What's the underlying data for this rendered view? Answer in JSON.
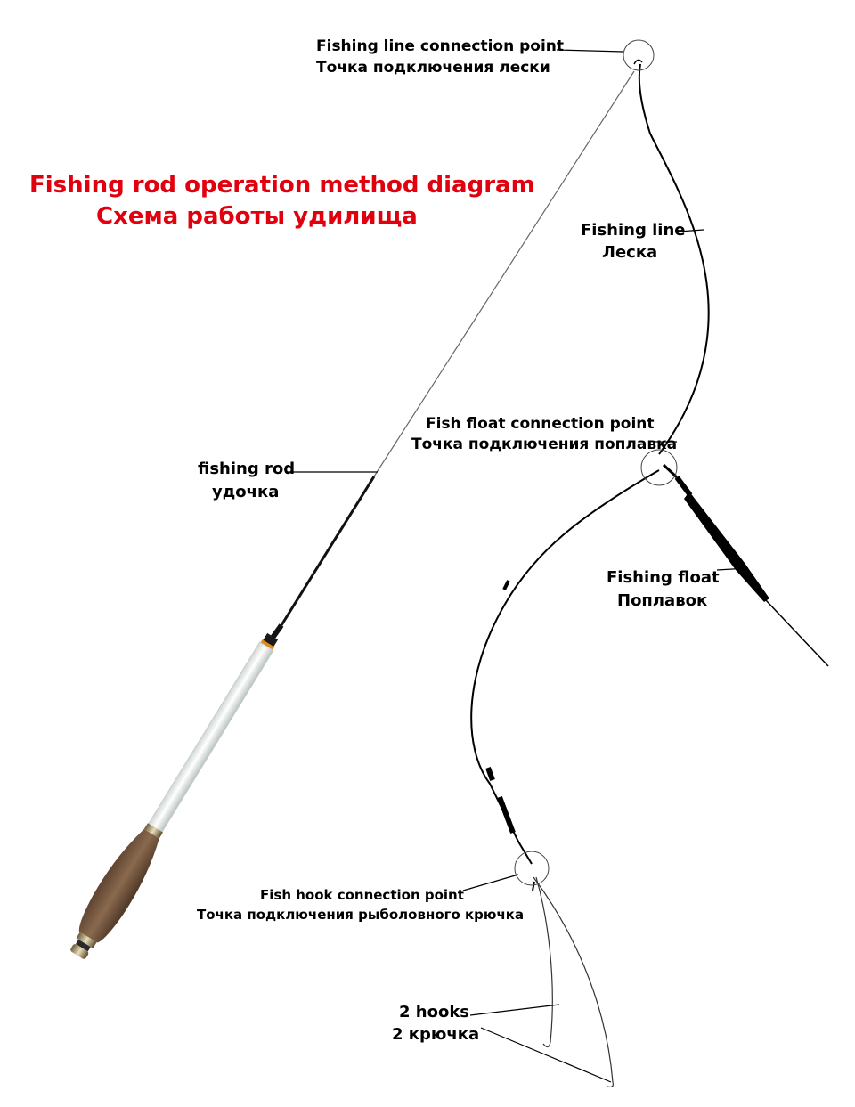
{
  "title": {
    "en": "Fishing rod operation method diagram",
    "ru": "Схема работы удилища"
  },
  "labels": {
    "line_connection": {
      "en": "Fishing line connection point",
      "ru": "Точка подключения лески"
    },
    "fishing_line": {
      "en": "Fishing line",
      "ru": "Леска"
    },
    "float_connection": {
      "en": "Fish float connection point",
      "ru": "Точка подключения поплавка"
    },
    "fishing_rod": {
      "en": "fishing rod",
      "ru": "удочка"
    },
    "fishing_float": {
      "en": "Fishing float",
      "ru": "Поплавок"
    },
    "hook_connection": {
      "en": "Fish hook connection point",
      "ru": "Точка подключения рыболовного крючка"
    },
    "hooks": {
      "en": "2 hooks",
      "ru": "2 крючка"
    }
  },
  "colors": {
    "title": "#e0000e",
    "cork": "#7a5a40",
    "handle": "#eef2f0",
    "accent_ring": "#e08a1e"
  }
}
